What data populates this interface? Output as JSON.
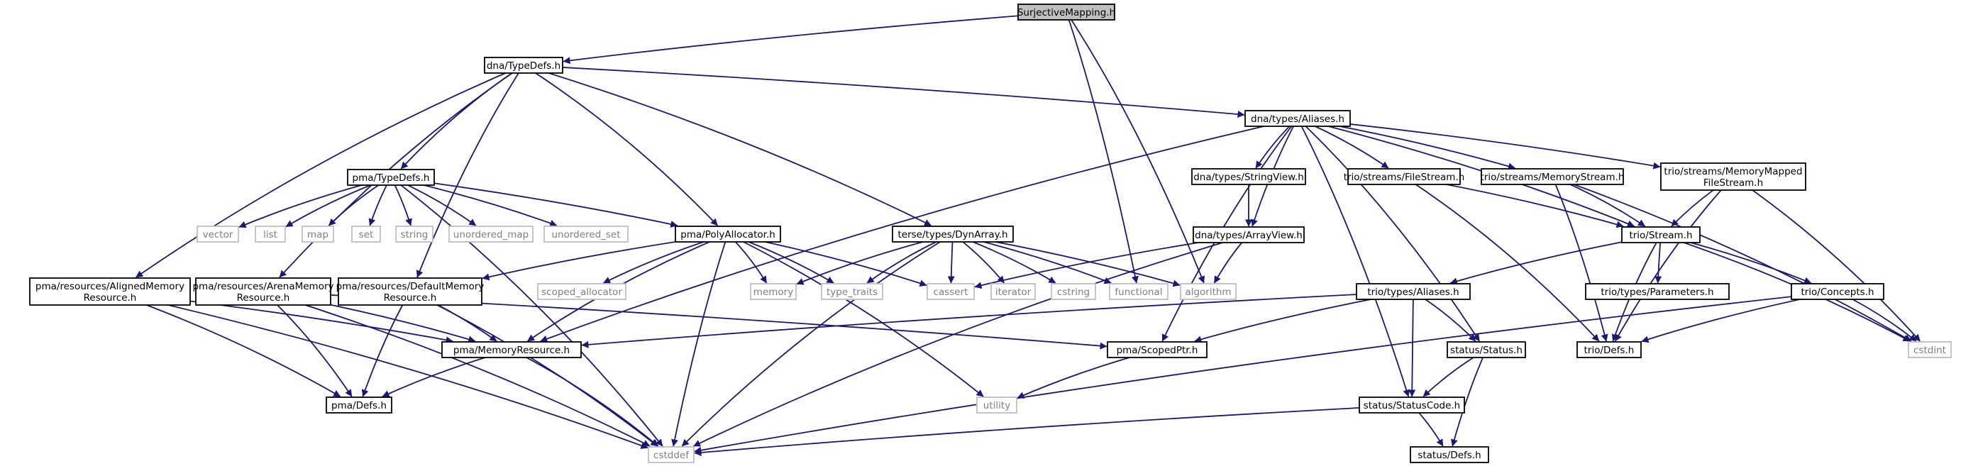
{
  "colors": {
    "edge": "#191970",
    "root_fill": "#bfbfbf",
    "node_border": "#000000",
    "system_border": "#bfbfbf",
    "system_text": "#7f7f7f",
    "text": "#000000"
  },
  "nodes": {
    "surjective_mapping": "SurjectiveMapping.h",
    "dna_typedefs": "dna/TypeDefs.h",
    "dna_aliases": "dna/types/Aliases.h",
    "pma_typedefs": "pma/TypeDefs.h",
    "vector": "vector",
    "list": "list",
    "map": "map",
    "set": "set",
    "string": "string",
    "unordered_map": "unordered_map",
    "unordered_set": "unordered_set",
    "pma_polyallocator": "pma/PolyAllocator.h",
    "terse_dynarray": "terse/types/DynArray.h",
    "dna_stringview": "dna/types/StringView.h",
    "dna_arrayview": "dna/types/ArrayView.h",
    "trio_filestream": "trio/streams/FileStream.h",
    "trio_memorystream": "trio/streams/MemoryStream.h",
    "trio_mmfilestream_l1": "trio/streams/MemoryMapped",
    "trio_mmfilestream_l2": "FileStream.h",
    "trio_stream": "trio/Stream.h",
    "aligned_l1": "pma/resources/AlignedMemory",
    "aligned_l2": "Resource.h",
    "arena_l1": "pma/resources/ArenaMemory",
    "arena_l2": "Resource.h",
    "default_l1": "pma/resources/DefaultMemory",
    "default_l2": "Resource.h",
    "scoped_allocator": "scoped_allocator",
    "memory": "memory",
    "type_traits": "type_traits",
    "cassert": "cassert",
    "iterator": "iterator",
    "cstring": "cstring",
    "functional": "functional",
    "algorithm": "algorithm",
    "trio_types_aliases": "trio/types/Aliases.h",
    "trio_types_parameters": "trio/types/Parameters.h",
    "trio_concepts": "trio/Concepts.h",
    "pma_memoryresource": "pma/MemoryResource.h",
    "pma_scopedptr": "pma/ScopedPtr.h",
    "status_status": "status/Status.h",
    "trio_defs": "trio/Defs.h",
    "cstdint": "cstdint",
    "pma_defs": "pma/Defs.h",
    "utility": "utility",
    "status_statuscode": "status/StatusCode.h",
    "cstddef": "cstddef",
    "status_defs": "status/Defs.h"
  }
}
